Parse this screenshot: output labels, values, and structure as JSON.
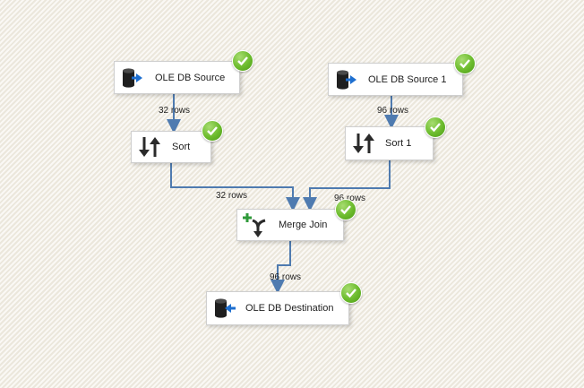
{
  "canvas": {
    "background": "#f3f0e8",
    "path_color": "#4f7bb0",
    "status_color": "#6bbb2c"
  },
  "components": {
    "ole_db_source": {
      "label": "OLE DB Source",
      "icon": "database-source-icon",
      "status": "success"
    },
    "ole_db_source_1": {
      "label": "OLE DB Source 1",
      "icon": "database-source-icon",
      "status": "success"
    },
    "sort": {
      "label": "Sort",
      "icon": "sort-icon",
      "status": "success"
    },
    "sort_1": {
      "label": "Sort 1",
      "icon": "sort-icon",
      "status": "success"
    },
    "merge_join": {
      "label": "Merge Join",
      "icon": "merge-join-icon",
      "status": "success"
    },
    "ole_db_destination": {
      "label": "OLE DB Destination",
      "icon": "database-destination-icon",
      "status": "success"
    }
  },
  "paths": {
    "source_to_sort": {
      "rows": "32 rows"
    },
    "source1_to_sort1": {
      "rows": "96 rows"
    },
    "sort_to_merge": {
      "rows": "32 rows"
    },
    "sort1_to_merge": {
      "rows": "96 rows"
    },
    "merge_to_destination": {
      "rows": "96 rows"
    }
  }
}
